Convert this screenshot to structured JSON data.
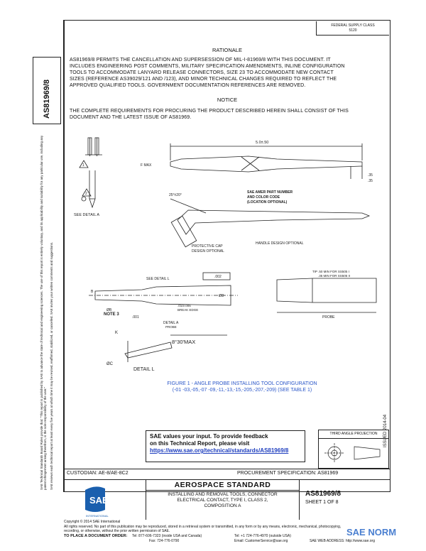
{
  "fsc": {
    "line1": "FEDERAL SUPPLY CLASS",
    "line2": "5120"
  },
  "document_number": "AS81969/8",
  "side_notice": "SAE Technical Standards Board Rules provide that: \"This report is published by SAE to advance the state of technical and engineering sciences. The use of this report is entirely voluntary, and its applicability and suitability for any particular use, including any patent infringement arising therefrom, is the sole responsibility of the user.\"",
  "side_notice_2": "SAE reviews each technical report at least every five years at which time it may be revised, reaffirmed, stabilized, or cancelled. SAE invites your written comments and suggestions.",
  "date_stamp": "ISSUED 2014-04",
  "rationale": {
    "heading": "RATIONALE",
    "lines": [
      "AS81969/8 PERMITS THE CANCELLATION AND SUPERSESSION OF MIL-I-81969/8 WITH THIS DOCUMENT. IT",
      "INCLUDES ENGINEERING POST COMMENTS, MILITARY SPECIFICATION AMENDMENTS, INLINE CONFIGURATION",
      "TOOLS TO ACCOMMODATE LANYARD RELEASE CONNECTORS, SIZE 23 TO ACCOMMODATE NEW CONTACT",
      "SIZES (REFERENCE AS39029/121 AND /123), AND MINOR TECHNICAL CHANGES REQUIRED TO REFLECT THE",
      "APPROVED QUALIFIED TOOLS. GOVERNMENT DOCUMENTATION REFERENCES ARE REMOVED."
    ]
  },
  "notice": {
    "heading": "NOTICE",
    "lines": [
      "THE COMPLETE REQUIREMENTS FOR PROCURING THE PRODUCT DESCRIBED HEREIN SHALL CONSIST OF THIS",
      "DOCUMENT AND THE LATEST ISSUE OF AS81969."
    ]
  },
  "drawing": {
    "dim_length": "5.0±.50",
    "f_max": "F MAX",
    "dim_35": ".35",
    "dim_35b": ".35",
    "angle": "25°±20°",
    "marking_note_1": "SAE AMER PART NUMBER",
    "marking_note_2": "AND COLOR CODE",
    "marking_note_3": "(LOCATION OPTIONAL)",
    "handle_note": "HANDLE DESIGN OPTIONAL",
    "cap_note_1": "PROTECTIVE CAP",
    "cap_note_2": "DESIGN OPTIONAL",
    "see_detail_a": "SEE DETAIL A",
    "see_detail_l": "SEE DETAIL L",
    "flatness": ".002",
    "tip_note_1": "TIP .50 MIN FOR SS505 I",
    "tip_note_2": ".35 MIN FOR SS505 II",
    "dim_d": "ØD",
    "dim_b": "B",
    "dim_c": "ØB",
    "note_3": "NOTE 3",
    "break_edge_1": ".010/.005",
    "break_edge_2": "BREAK EDGE",
    "tolerance": ".001",
    "detail_a": "DETAIL A",
    "detail_a_sub": "PROBE",
    "probe": "PROBE",
    "k": "K",
    "angle_max": "8°30'MAX",
    "phi_c": "ØC",
    "detail_l": "DETAIL L",
    "flag_1": "1",
    "flag_2": "2"
  },
  "figure_caption": {
    "line1": "FIGURE 1 - ANGLE PROBE INSTALLING TOOL CONFIGURATION",
    "line2": "(-01 -03,-05,-07 -09,-11,-13,-15,-205,-207,-209) (SEE TABLE 1)"
  },
  "feedback": {
    "line1": "SAE values your input. To provide feedback",
    "line2": "on this Technical Report, please visit",
    "link": "https://www.sae.org/technical/standards/AS81969/8"
  },
  "projection_label": "THIRD ANGLE PROJECTION",
  "custodian": "CUSTODIAN: AE-8/AE-8C2",
  "procurement": "PROCUREMENT SPECIFICATION: AS81969",
  "title_block": {
    "standard": "AEROSPACE STANDARD",
    "title_lines": [
      "INSTALLING AND REMOVAL TOOLS, CONNECTOR",
      "ELECTRICAL CONTACT, TYPE I, CLASS 2,",
      "COMPOSITION A"
    ],
    "doc": "AS81969/8",
    "sheet": "SHEET 1 OF 8"
  },
  "logo": {
    "text": "SAE",
    "sub": "INTERNATIONAL"
  },
  "footer": {
    "copyright": "Copyright © 2014 SAE International",
    "rights": "All rights reserved. No part of this publication may be reproduced, stored in a retrieval system or transmitted, in any form or by any means, electronic, mechanical, photocopying,",
    "rights2": "recording, or otherwise, without the prior written permission of SAE.",
    "order_label": "TO PLACE A DOCUMENT ORDER:",
    "tel": "Tel: 877-606-7323 (inside USA and Canada)",
    "tel2": "Tel: +1 724-776-4970 (outside USA)",
    "fax": "Fax: 724-776-0790",
    "email": "Email: CustomerService@sae.org",
    "web": "SAE WEB ADDRESS: http://www.sae.org"
  },
  "watermark": "SAE NORM"
}
